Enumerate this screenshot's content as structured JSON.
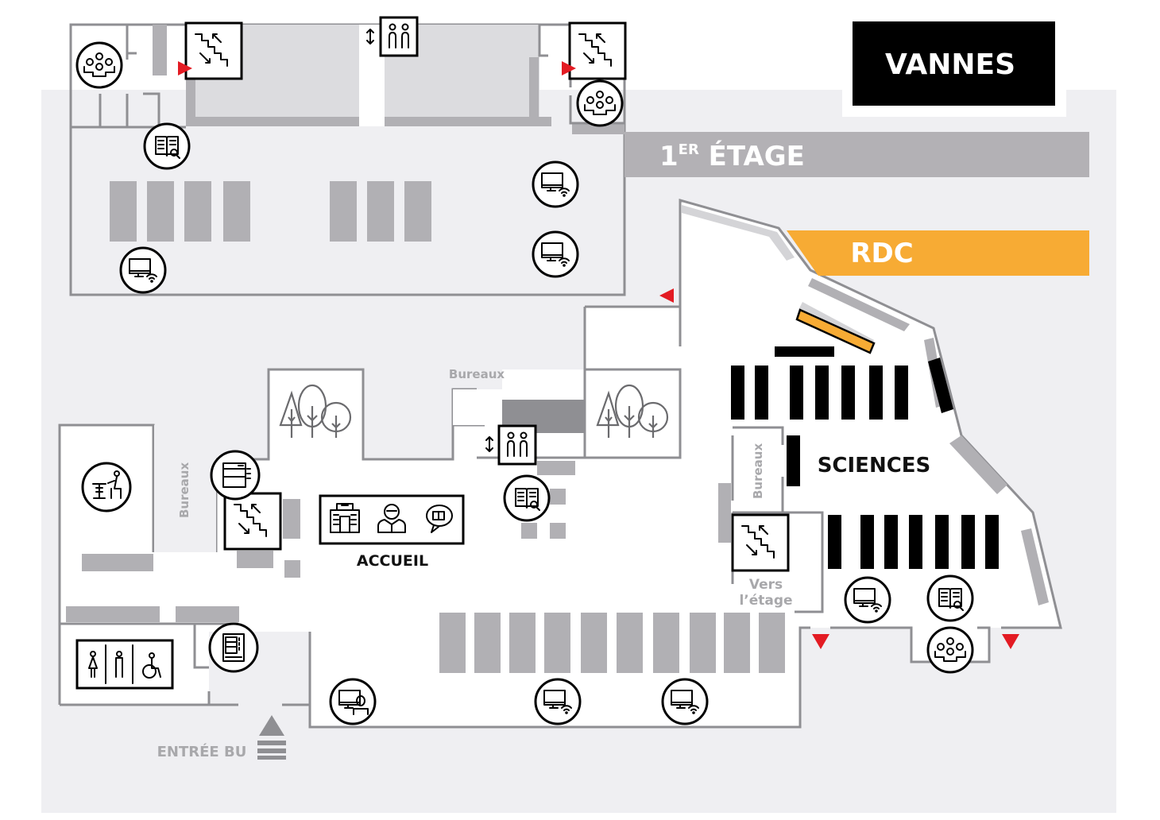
{
  "title": "VANNES",
  "legend": {
    "first_floor": {
      "label_main": "1",
      "label_sup": "ER",
      "label_rest": " ÉTAGE",
      "color": "#b3b1b5"
    },
    "ground_floor": {
      "label": "RDC",
      "color": "#f7ab34"
    }
  },
  "labels": {
    "sciences": "SCIENCES",
    "accueil": "ACCUEIL",
    "entree": "ENTRÉE BU",
    "bureaux_top": "Bureaux",
    "bureaux_left": "Bureaux",
    "bureaux_right": "Bureaux",
    "vers_line1": "Vers",
    "vers_line2": "l’étage"
  },
  "colors": {
    "background": "#efeff2",
    "wall": "#8f8f93",
    "shelf": "#b1b0b4",
    "accent_red": "#e31b23",
    "accent_orange": "#f7ab34",
    "title_bg": "#000000"
  },
  "icons": [
    {
      "id": "group-work-1",
      "type": "group-work-icon"
    },
    {
      "id": "group-work-2",
      "type": "group-work-icon"
    },
    {
      "id": "group-work-3",
      "type": "group-work-icon"
    },
    {
      "id": "catalog-1",
      "type": "catalog-search-icon"
    },
    {
      "id": "catalog-2",
      "type": "catalog-search-icon"
    },
    {
      "id": "catalog-3",
      "type": "catalog-search-icon"
    },
    {
      "id": "computer-wifi",
      "type": "computer-wifi-icon"
    },
    {
      "id": "computer-user",
      "type": "computer-user-icon"
    },
    {
      "id": "stairs",
      "type": "stairs-icon"
    },
    {
      "id": "elevator",
      "type": "elevator-icon"
    },
    {
      "id": "printer",
      "type": "printer-copier-icon"
    },
    {
      "id": "vending",
      "type": "vending-machine-icon"
    },
    {
      "id": "study",
      "type": "study-desk-icon"
    },
    {
      "id": "toilets",
      "type": "toilets-icon"
    },
    {
      "id": "garden",
      "type": "trees-icon"
    }
  ]
}
